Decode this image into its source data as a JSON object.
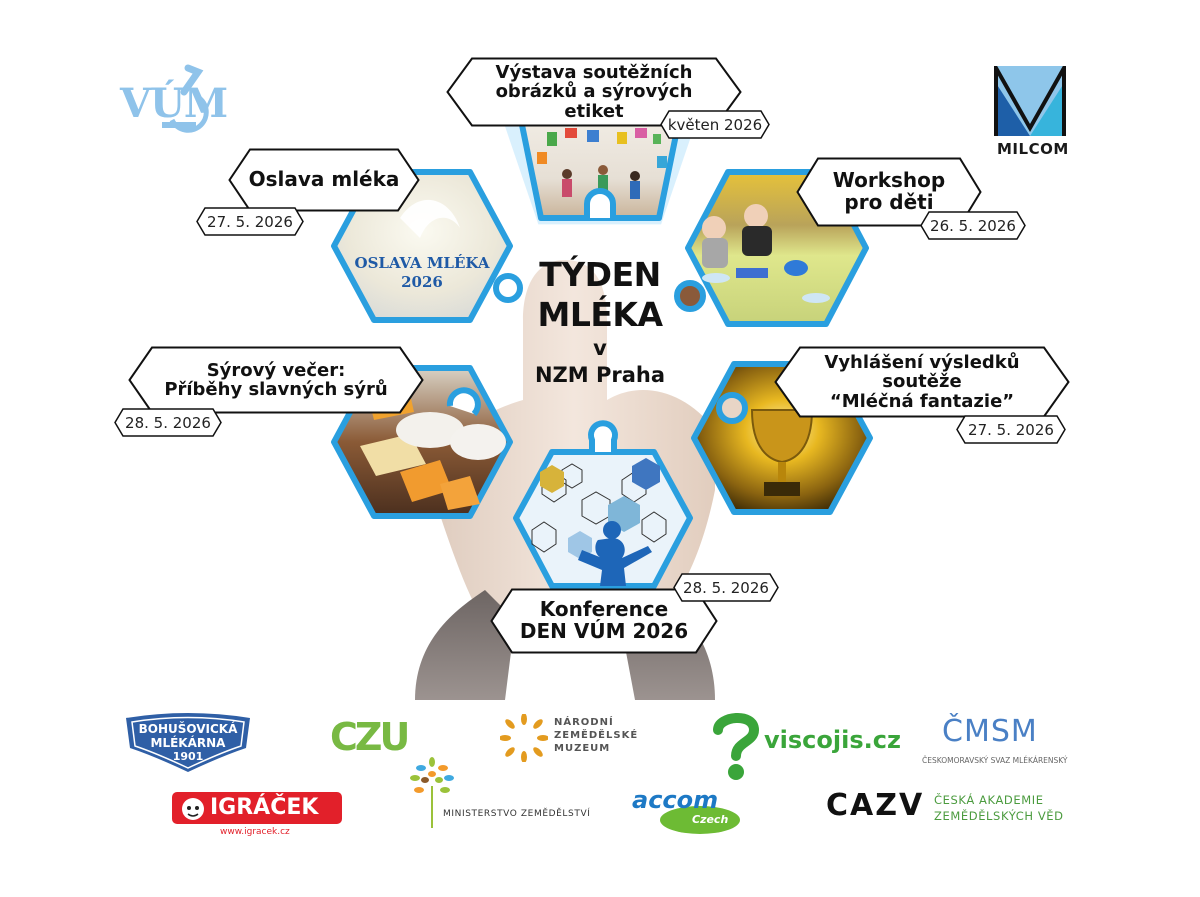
{
  "event": {
    "title_line1": "TÝDEN",
    "title_line2": "MLÉKA",
    "title_line3": "v",
    "title_line4": "NZM Praha"
  },
  "events": [
    {
      "id": "vystava",
      "title": "Výstava soutěžních\nobrázků a sýrových\netiket",
      "date": "květen 2026",
      "image": "children-art-gallery-photo"
    },
    {
      "id": "oslava",
      "title": "Oslava mléka",
      "date": "27. 5. 2026",
      "image": "milk-splash-photo",
      "image_caption_line1": "OSLAVA MLÉKA",
      "image_caption_line2": "2026"
    },
    {
      "id": "workshop",
      "title": "Workshop\npro děti",
      "date": "26. 5. 2026",
      "image": "kids-microscope-workshop-photo"
    },
    {
      "id": "syrovy",
      "title": "Sýrový večer:\nPříběhy slavných sýrů",
      "date": "28. 5. 2026",
      "image": "cheese-board-photo"
    },
    {
      "id": "vyhlaseni",
      "title": "Vyhlášení výsledků\nsoutěže\n“Mléčná fantazie”",
      "date": "27. 5. 2026",
      "image": "golden-trophy-photo"
    },
    {
      "id": "konference",
      "title": "Konference\nDEN VÚM 2026",
      "date": "28. 5. 2026",
      "image": "science-network-photo"
    }
  ],
  "logos": {
    "vum": "VÚM",
    "milcom": "MILCOM"
  },
  "partners": {
    "bohusovicka": {
      "line1": "BOHUŠOVICKÁ",
      "line2": "MLÉKÁRNA",
      "year": "1901"
    },
    "czu": "CZU",
    "nzm": {
      "line1": "NÁRODNÍ",
      "line2": "ZEMĚDĚLSKÉ",
      "line3": "MUZEUM"
    },
    "viscojis": "viscojis.cz",
    "cmsm": {
      "mark": "ČMSM",
      "name": "ČESKOMORAVSKÝ SVAZ MLÉKÁRENSKÝ"
    },
    "igracek": {
      "name": "IGRÁČEK",
      "url": "www.igracek.cz"
    },
    "mze": "MINISTERSTVO ZEMĚDĚLSTVÍ",
    "accom": {
      "line1": "accom",
      "line2": "Czech"
    },
    "cazv": {
      "mark": "CAZV",
      "line1": "ČESKÁ AKADEMIE",
      "line2": "ZEMĚDĚLSKÝCH VĚD"
    }
  },
  "colors": {
    "hex_border": "#2a9fdf",
    "hex_glow": "#bfe6fb",
    "vum_blue": "#8fc3ea",
    "milcom_light": "#8ec6ea",
    "milcom_dark": "#1e5fa8",
    "milcom_cyan": "#37b4dc",
    "bohusovicka_blue": "#2f5fa6",
    "czu_green": "#78b943",
    "nzm_orange": "#e39b1f",
    "viscojis_green": "#3aa53a",
    "cmsm_blue": "#4a80c5",
    "igracek_red": "#e2202a",
    "accom_blue": "#1d79c5",
    "accom_green": "#6dbb34",
    "cazv_green": "#4b9b3e"
  }
}
